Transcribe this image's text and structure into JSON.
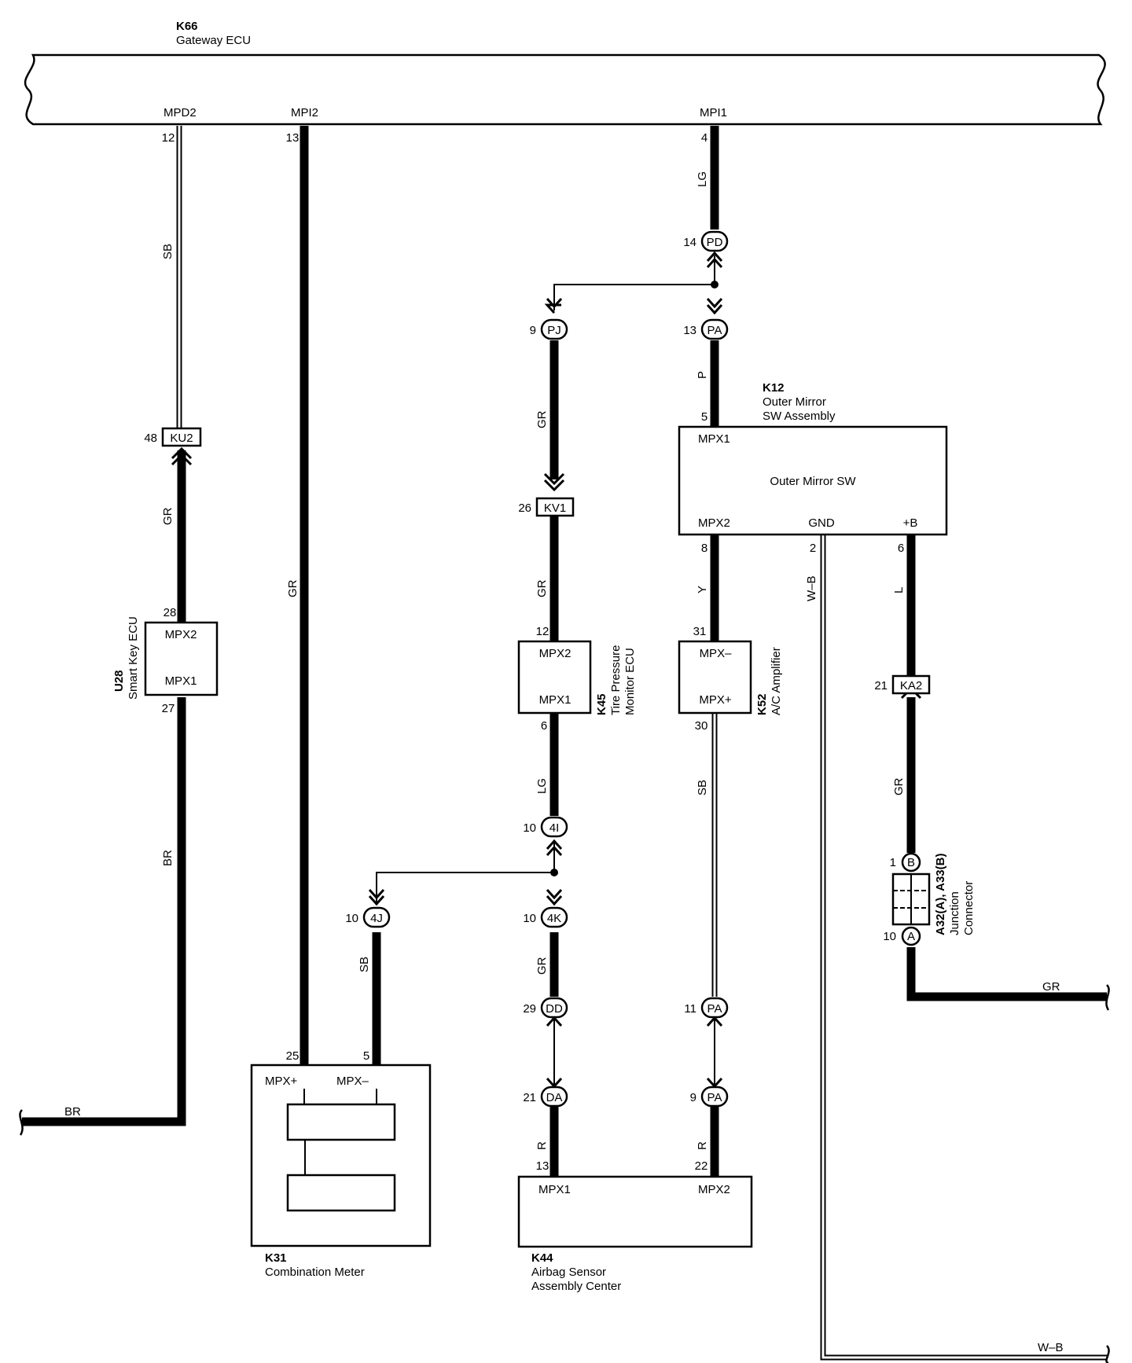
{
  "gateway": {
    "id": "K66",
    "name": "Gateway ECU",
    "pin_mpd2": "MPD2",
    "pin_mpi2": "MPI2",
    "pin_mpi1": "MPI1"
  },
  "smart_key": {
    "id": "U28",
    "name": "Smart Key ECU",
    "mpx2": "MPX2",
    "mpx1": "MPX1",
    "pin_top": "28",
    "pin_bottom": "27"
  },
  "outer_mirror": {
    "id": "K12",
    "name_line1": "Outer Mirror",
    "name_line2": "SW Assembly",
    "inner": "Outer Mirror SW",
    "mpx1": "MPX1",
    "mpx2": "MPX2",
    "gnd": "GND",
    "plus_b": "+B"
  },
  "tire_pressure": {
    "id": "K45",
    "name_line1": "Tire Pressure",
    "name_line2": "Monitor ECU",
    "mpx2": "MPX2",
    "mpx1": "MPX1"
  },
  "ac_amp": {
    "id": "K52",
    "name": "A/C Amplifier",
    "mpx_minus": "MPX–",
    "mpx_plus": "MPX+"
  },
  "combination_meter": {
    "id": "K31",
    "name": "Combination Meter",
    "mpx_plus": "MPX+",
    "mpx_minus": "MPX–"
  },
  "airbag": {
    "id": "K44",
    "name_line1": "Airbag Sensor",
    "name_line2": "Assembly Center",
    "mpx1": "MPX1",
    "mpx2": "MPX2"
  },
  "junction": {
    "name_line1": "A32(A), A33(B)",
    "name_line2": "Junction",
    "name_line3": "Connector",
    "top_letter": "B",
    "bottom_letter": "A",
    "top_pin": "1",
    "bottom_pin": "10"
  },
  "pins": {
    "p12": "12",
    "p13": "13",
    "p4": "4",
    "p14": "14",
    "p9a": "9",
    "p13b": "13",
    "p5a": "5",
    "p48": "48",
    "p26": "26",
    "p8": "8",
    "p2": "2",
    "p6a": "6",
    "p12b": "12",
    "p31": "31",
    "p21a": "21",
    "p6b": "6",
    "p30": "30",
    "p10a": "10",
    "p10b": "10",
    "p10c": "10",
    "p29": "29",
    "p11": "11",
    "p25": "25",
    "p5b": "5",
    "p21b": "21",
    "p9b": "9",
    "p13c": "13",
    "p22": "22"
  },
  "connectors": {
    "pd": "PD",
    "pj": "PJ",
    "pa1": "PA",
    "ku2": "KU2",
    "kv1": "KV1",
    "ka2": "KA2",
    "c4i": "4I",
    "c4j": "4J",
    "c4k": "4K",
    "dd": "DD",
    "pa2": "PA",
    "da": "DA",
    "pa3": "PA"
  },
  "wire_colors": {
    "sb1": "SB",
    "lg1": "LG",
    "gr1": "GR",
    "p": "P",
    "gr2": "GR",
    "gr3": "GR",
    "gr4": "GR",
    "y": "Y",
    "wb1": "W–B",
    "l": "L",
    "br1": "BR",
    "lg2": "LG",
    "sb2": "SB",
    "gr5": "GR",
    "sb3": "SB",
    "gr6": "GR",
    "r1": "R",
    "r2": "R",
    "br2": "BR",
    "gr7": "GR",
    "wb2": "W–B"
  }
}
